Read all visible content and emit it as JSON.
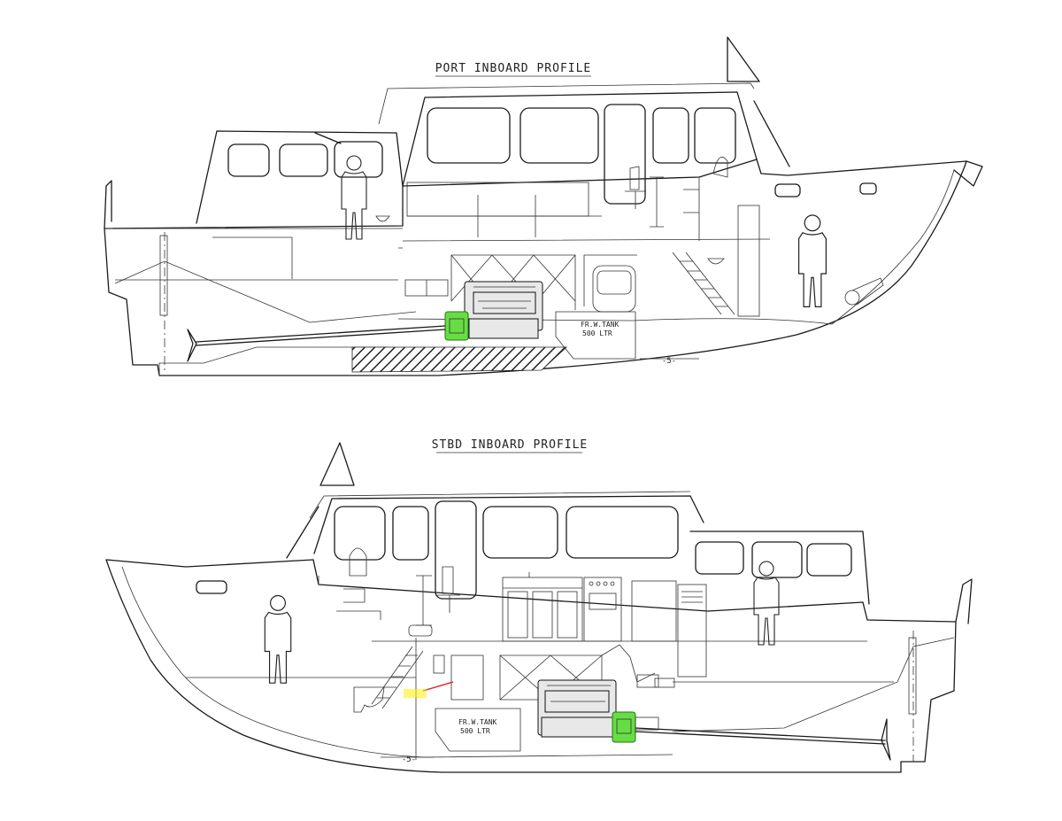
{
  "title_port": "PORT INBOARD PROFILE",
  "title_stbd": "STBD INBOARD PROFILE",
  "tank_port": {
    "line1": "FR.W.TANK",
    "line2": "500 LTR"
  },
  "tank_stbd": {
    "line1": "FR.W.TANK",
    "line2": "500 LTR"
  },
  "frame_port": "-5-",
  "frame_stbd": "-5-",
  "colors": {
    "line": "#1a1a1a",
    "engine_accent": "#66dd44",
    "note_red": "#dd2222",
    "note_yellow": "#ffee00"
  }
}
